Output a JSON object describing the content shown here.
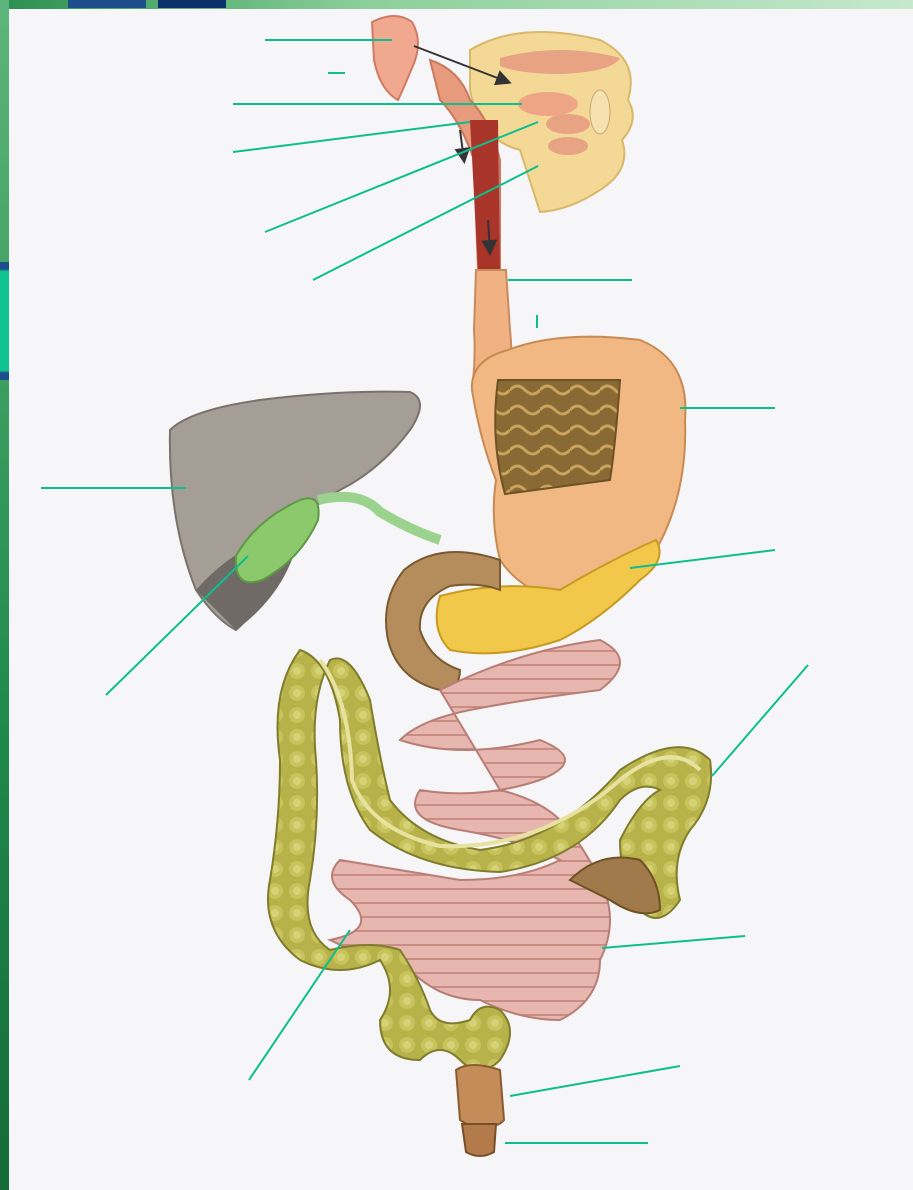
{
  "theme": {
    "frame_green": "#1f8a4c",
    "frame_green_light": "#7cc48a",
    "accent_teal": "#10b890",
    "tab_blue": "#1d4e8c",
    "tab_navy": "#0d2f6b",
    "leader_color": "#0cbf8c",
    "paper": "#f6f6f8"
  },
  "organs": [
    {
      "name": "nasal-cavity",
      "color": "#f0a98f"
    },
    {
      "name": "mouth-and-tongue",
      "color": "#f4d996"
    },
    {
      "name": "pharynx",
      "color": "#e89a7c"
    },
    {
      "name": "esophagus",
      "color": "#f0b183"
    },
    {
      "name": "stomach",
      "color": "#f1b884"
    },
    {
      "name": "liver",
      "color": "#a59e96"
    },
    {
      "name": "gallbladder",
      "color": "#8cc96c"
    },
    {
      "name": "pancreas",
      "color": "#f2c84a"
    },
    {
      "name": "duodenum",
      "color": "#b58c5c"
    },
    {
      "name": "large-intestine",
      "color": "#b5b24c"
    },
    {
      "name": "small-intestine",
      "color": "#e6b3ab"
    },
    {
      "name": "rectum",
      "color": "#c38c58"
    }
  ],
  "labels": [
    {
      "key": "label-1",
      "text": ""
    },
    {
      "key": "label-2",
      "text": ""
    },
    {
      "key": "label-3",
      "text": ""
    },
    {
      "key": "label-4",
      "text": ""
    },
    {
      "key": "label-5",
      "text": ""
    },
    {
      "key": "label-6",
      "text": ""
    },
    {
      "key": "label-7",
      "text": ""
    },
    {
      "key": "label-8",
      "text": ""
    },
    {
      "key": "label-9",
      "text": ""
    },
    {
      "key": "label-10",
      "text": ""
    },
    {
      "key": "label-11",
      "text": ""
    },
    {
      "key": "label-12",
      "text": ""
    },
    {
      "key": "label-13",
      "text": ""
    },
    {
      "key": "label-14",
      "text": ""
    },
    {
      "key": "label-15",
      "text": ""
    },
    {
      "key": "label-16",
      "text": ""
    }
  ]
}
